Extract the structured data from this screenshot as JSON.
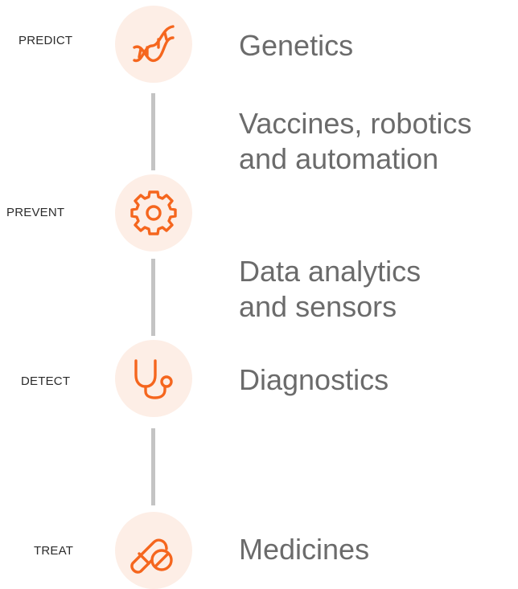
{
  "colors": {
    "accent": "#f5661e",
    "circle_bg": "#fdeee6",
    "connector": "#c4c4c4",
    "label_text": "#2b2b2b",
    "item_text": "#6b6b6b"
  },
  "stages": [
    {
      "label": "PREDICT",
      "icon": "dna-icon"
    },
    {
      "label": "PREVENT",
      "icon": "gear-icon"
    },
    {
      "label": "DETECT",
      "icon": "stethoscope-icon"
    },
    {
      "label": "TREAT",
      "icon": "pill-icon"
    }
  ],
  "items": [
    {
      "lines": [
        "Genetics"
      ]
    },
    {
      "lines": [
        "Vaccines, robotics",
        "and automation"
      ]
    },
    {
      "lines": [
        "Data analytics",
        "and sensors"
      ]
    },
    {
      "lines": [
        "Diagnostics"
      ]
    },
    {
      "lines": [
        "Medicines"
      ]
    }
  ]
}
